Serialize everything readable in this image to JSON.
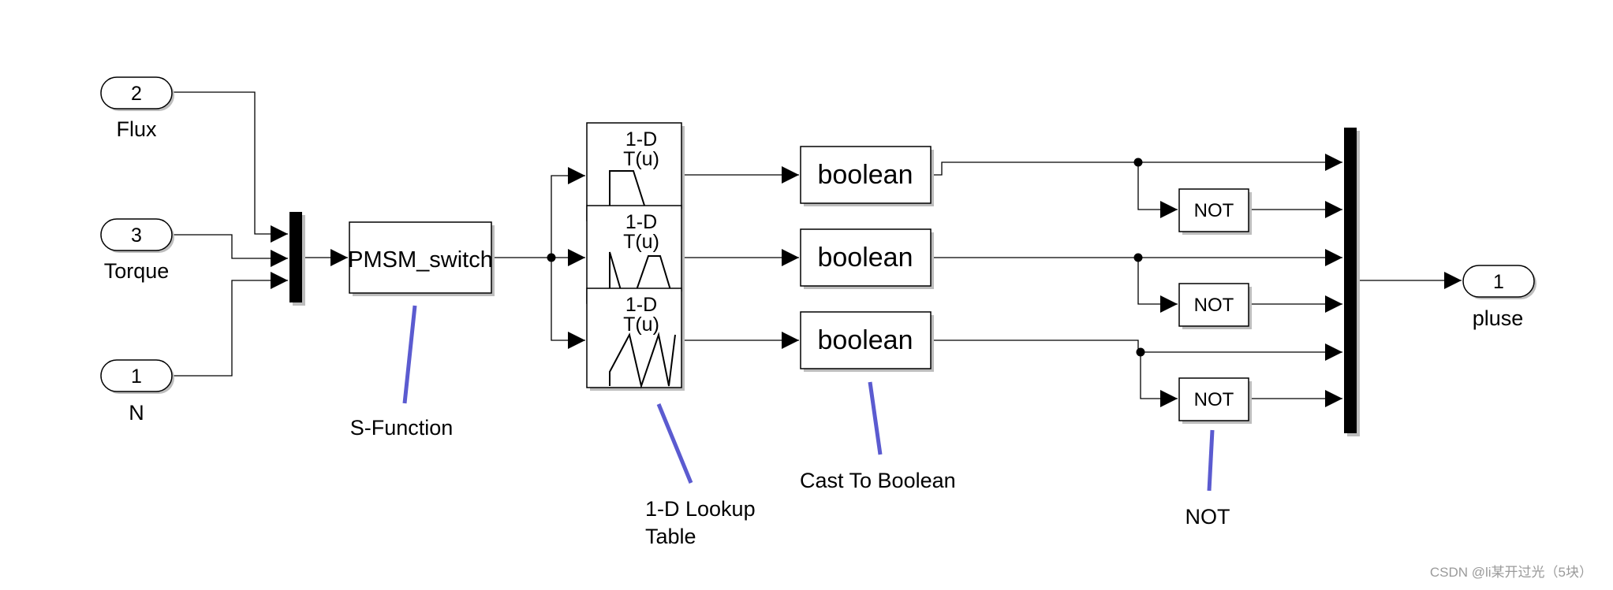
{
  "inports": [
    {
      "num": "2",
      "label": "Flux"
    },
    {
      "num": "3",
      "label": "Torque"
    },
    {
      "num": "1",
      "label": "N"
    }
  ],
  "sfunction": {
    "name": "PMSM_switch",
    "annotation": "S-Function"
  },
  "lookup": {
    "line1": "1-D",
    "line2": "T(u)",
    "annotation_line1": "1-D Lookup",
    "annotation_line2": "Table"
  },
  "cast": {
    "label": "boolean",
    "annotation": "Cast To Boolean"
  },
  "not": {
    "label": "NOT",
    "annotation": "NOT"
  },
  "outport": {
    "num": "1",
    "label": "pluse"
  },
  "watermark": "CSDN @li某开过光（5块）",
  "colors": {
    "annotation": "#5b5bd0",
    "line": "#000000",
    "shadow": "#bdbdbd"
  }
}
